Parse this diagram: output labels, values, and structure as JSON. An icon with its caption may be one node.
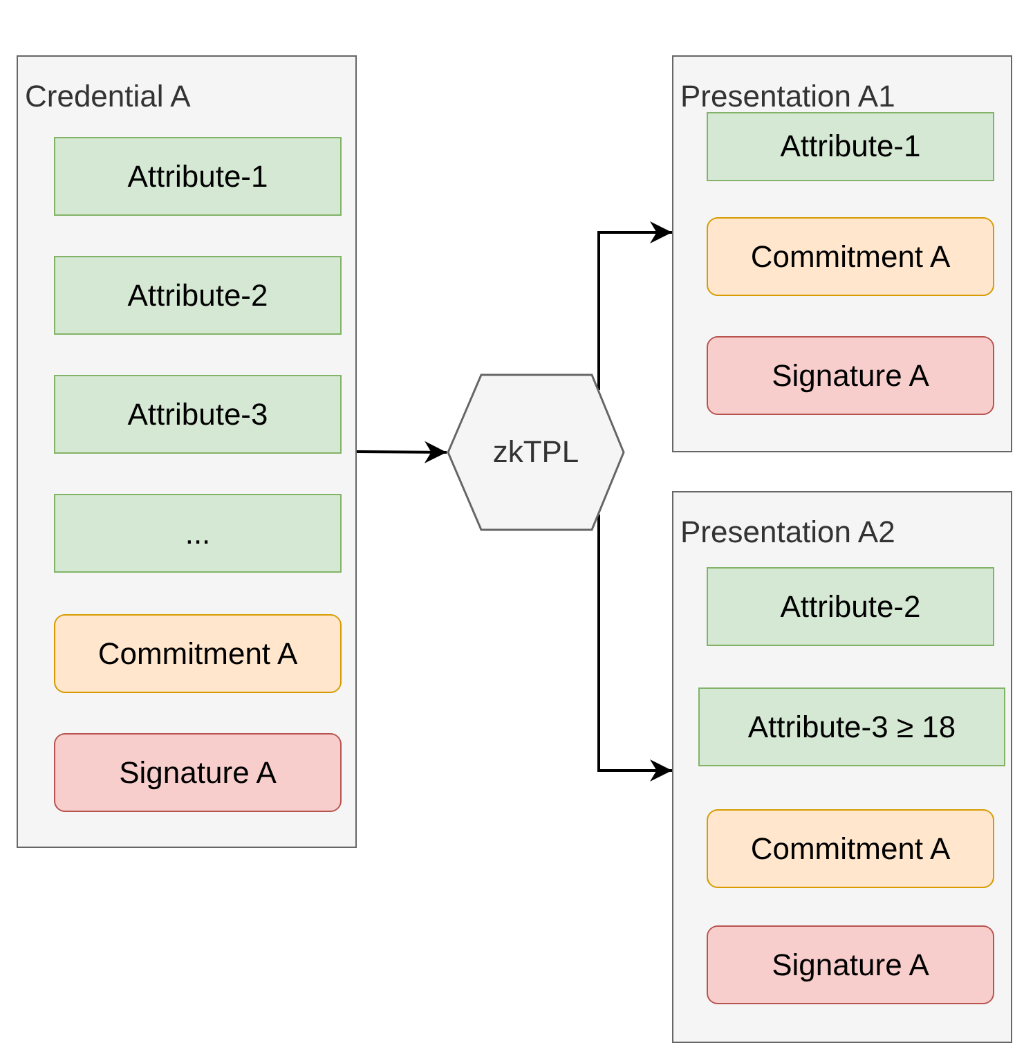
{
  "diagram": {
    "nodes": [
      {
        "text": [
          "Credential A"
        ]
      },
      {
        "text": [
          "Attribute-1"
        ],
        "in": 0
      },
      {
        "text": [
          "Attribute-2"
        ],
        "in": 0
      },
      {
        "text": [
          "Attribute-3"
        ],
        "in": 0
      },
      {
        "text": [
          "..."
        ],
        "in": 0
      },
      {
        "text": [
          "Commitment A"
        ],
        "in": 0
      },
      {
        "text": [
          "Signature A"
        ],
        "in": 0
      },
      {
        "text": [
          "zkTPL"
        ]
      },
      {
        "text": [
          "Presentation A1"
        ]
      },
      {
        "text": [
          "Attribute-1"
        ],
        "in": 8
      },
      {
        "text": [
          "Commitment A"
        ],
        "in": 8
      },
      {
        "text": [
          "Signature A"
        ],
        "in": 8
      },
      {
        "text": [
          "Presentation A2"
        ]
      },
      {
        "text": [
          "Attribute-2"
        ],
        "in": 12
      },
      {
        "text": [
          "Attribute-3 ≥ 18"
        ],
        "in": 12
      },
      {
        "text": [
          "Commitment A"
        ],
        "in": 12
      },
      {
        "text": [
          "Signature A"
        ],
        "in": 12
      }
    ],
    "edges": [
      {
        "from": 0,
        "to": 7,
        "arrow": "to"
      },
      {
        "from": 7,
        "to": 8,
        "arrow": "to"
      },
      {
        "from": 7,
        "to": 12,
        "arrow": "to"
      }
    ]
  }
}
